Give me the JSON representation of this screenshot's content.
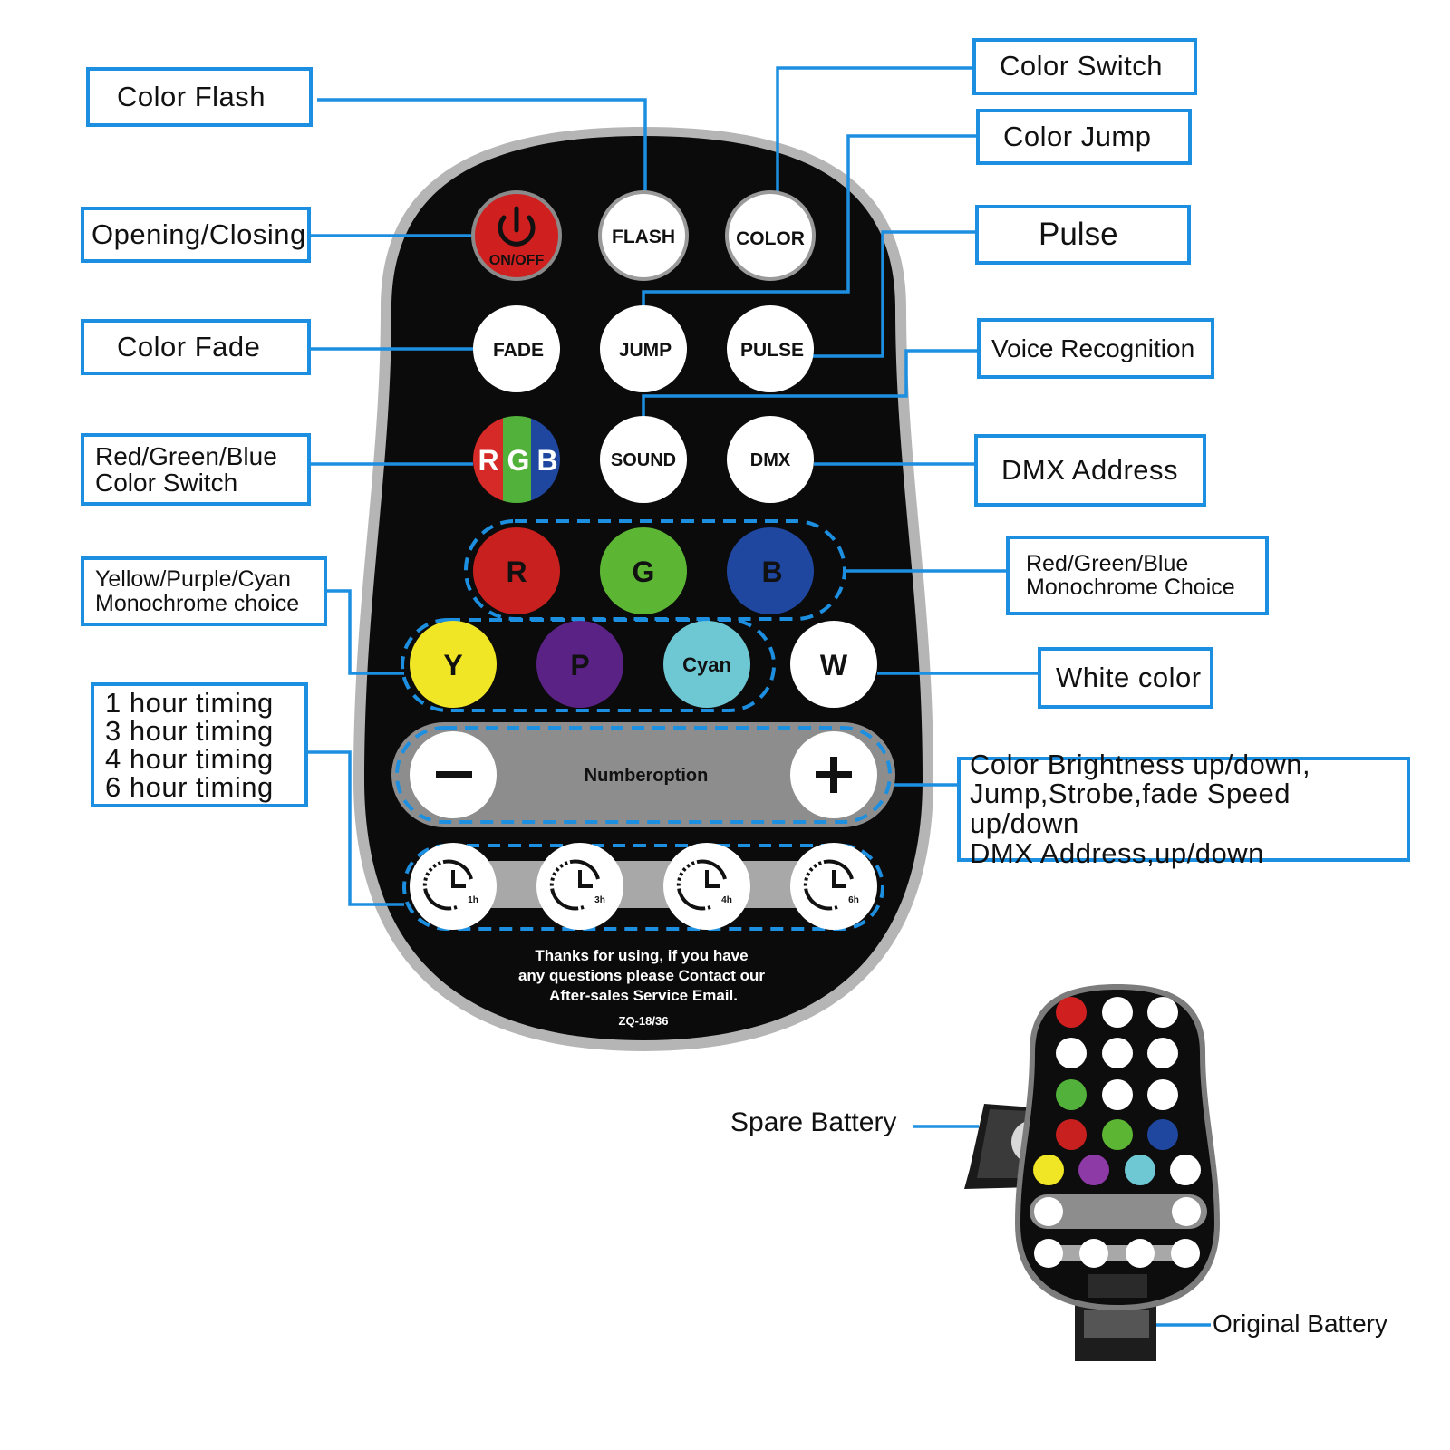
{
  "remote": {
    "buttons": {
      "onoff": "ON/OFF",
      "flash": "FLASH",
      "color": "COLOR",
      "fade": "FADE",
      "jump": "JUMP",
      "pulse": "PULSE",
      "rgb_r": "R",
      "rgb_g": "G",
      "rgb_b": "B",
      "sound": "SOUND",
      "dmx": "DMX",
      "r": "R",
      "g": "G",
      "b": "B",
      "y": "Y",
      "p": "P",
      "cyan": "Cyan",
      "w": "W",
      "minus": "−",
      "plus": "+",
      "numberoption": "Numberoption"
    },
    "timers": [
      "1h",
      "3h",
      "4h",
      "6h"
    ],
    "footer": [
      "Thanks for using, if you have",
      "any questions please Contact our",
      "After-sales Service Email."
    ],
    "model": "ZQ-18/36"
  },
  "labels": {
    "color_flash": "Color Flash",
    "opening_closing": "Opening/Closing",
    "color_fade": "Color Fade",
    "rgb_switch": [
      "Red/Green/Blue",
      "Color Switch"
    ],
    "ypc_choice": [
      "Yellow/Purple/Cyan",
      "Monochrome choice"
    ],
    "timing": [
      "1 hour timing",
      "3 hour timing",
      "4 hour timing",
      "6 hour timing"
    ],
    "color_switch": "Color Switch",
    "color_jump": "Color Jump",
    "pulse": "Pulse",
    "voice_recognition": "Voice Recognition",
    "dmx_address": "DMX Address",
    "rgb_choice": [
      "Red/Green/Blue",
      "Monochrome Choice"
    ],
    "white_color": "White color",
    "brightness": [
      "Color Brightness up/down,",
      "Jump,Strobe,fade Speed up/down",
      "DMX Address,up/down"
    ],
    "spare_battery": "Spare Battery",
    "original_battery": "Original Battery"
  },
  "colors": {
    "label_border": "#1d8fe1",
    "remote_body": "#0b0b0b",
    "remote_rim": "#b5b5b5",
    "red": "#c8201e",
    "green": "#5cb634",
    "blue": "#1f47a0",
    "yellow": "#f1e626",
    "purple": "#5b2286",
    "cyan": "#6dc8d4"
  },
  "icons": {
    "power": "power-icon",
    "timer": "clock-icon",
    "minus": "minus-icon",
    "plus": "plus-icon"
  }
}
